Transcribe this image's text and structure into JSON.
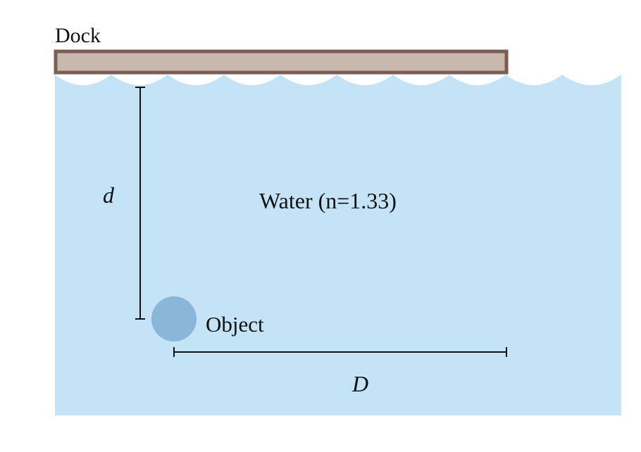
{
  "labels": {
    "dock": "Dock",
    "water": "Water (n=1.33)",
    "object": "Object",
    "depth_symbol": "d",
    "distance_symbol": "D"
  },
  "colors": {
    "water": "#c5e3f6",
    "water_edge": "#ffffff",
    "dock_fill": "#c9b8ad",
    "dock_border": "#7a5e55",
    "object": "#8ab7d9",
    "line": "#111111"
  }
}
